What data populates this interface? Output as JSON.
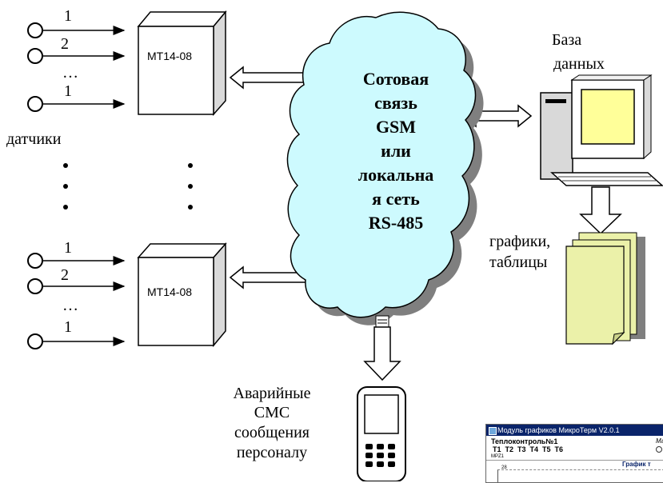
{
  "sensor_group_top": {
    "labels": [
      "1",
      "2",
      "…",
      "1"
    ],
    "device": "МТ14-08"
  },
  "sensor_group_bottom": {
    "labels": [
      "1",
      "2",
      "…",
      "1"
    ],
    "device": "МТ14-08"
  },
  "sensors_label": "датчики",
  "cloud": {
    "lines": [
      "Сотовая",
      "связь",
      "GSM",
      "или",
      "локальна",
      "я сеть",
      "RS-485"
    ]
  },
  "database": {
    "lines": [
      "База",
      "данных"
    ]
  },
  "reports": {
    "lines": [
      "графики,",
      "таблицы"
    ]
  },
  "alerts": {
    "lines": [
      "Аварийные",
      "СМС",
      "сообщения",
      "персоналу"
    ]
  },
  "app_window": {
    "title": "Модуль графиков МикроТерм V2.0.1",
    "heading": "Теплоконтроль№1",
    "channels": "T1  T2  T3  T4  T5  T6",
    "sub": "MPZ1",
    "graph_label": "График т",
    "axis_value": "28",
    "side_text": "Ма"
  },
  "colors": {
    "cloud_fill": "#cdfafe",
    "cloud_shadow": "#7f7f7f",
    "box_front": "#ffffff",
    "box_side": "#d9d9d9",
    "screen": "#ffff99",
    "docs": "#ebf1a9",
    "titlebar": "#0a246a"
  }
}
